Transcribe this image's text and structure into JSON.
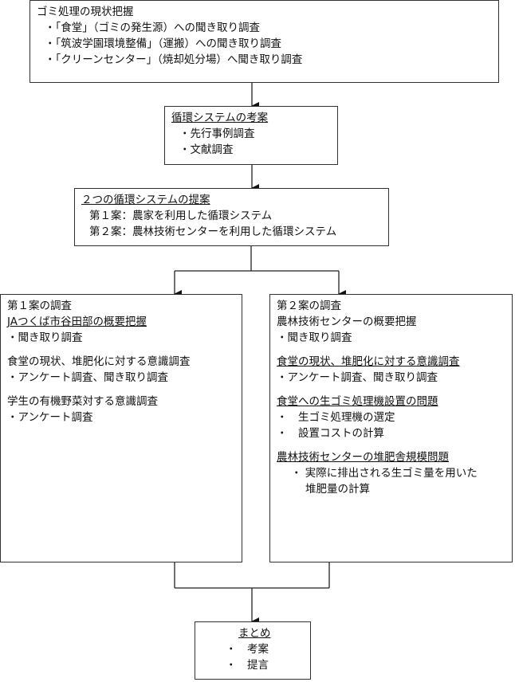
{
  "box1": {
    "title": "ゴミ処理の現状把握",
    "items": [
      "・「食堂」（ゴミの発生源）への聞き取り調査",
      "・「筑波学園環境整備」（運搬）への聞き取り調査",
      "・「クリーンセンター」（焼却処分場）へ聞き取り調査"
    ]
  },
  "box2": {
    "title": "循環システムの考案",
    "items": [
      "・先行事例調査",
      "・文献調査"
    ]
  },
  "box3": {
    "title": "２つの循環システムの提案",
    "items": [
      "第１案：農家を利用した循環システム",
      "第２案：農林技術センターを利用した循環システム"
    ]
  },
  "box4": {
    "title": "第１案の調査",
    "s1": "JAつくば市谷田部の概要把握",
    "s1_items": [
      "・聞き取り調査"
    ],
    "s2": "食堂の現状、堆肥化に対する意識調査",
    "s2_items": [
      "・アンケート調査、聞き取り調査"
    ],
    "s3": "学生の有機野菜対する意識調査",
    "s3_items": [
      "・アンケート調査"
    ]
  },
  "box5": {
    "title": "第２案の調査",
    "s1": "農林技術センターの概要把握",
    "s1_items": [
      "・聞き取り調査"
    ],
    "s2": "食堂の現状、堆肥化に対する意識調査",
    "s2_items": [
      "・アンケート調査、聞き取り調査"
    ],
    "s3": "食堂への生ゴミ処理機設置の問題",
    "s3_items": [
      "・　生ゴミ処理機の選定",
      "・　設置コストの計算"
    ],
    "s4": "農林技術センターの堆肥舎規模問題",
    "s4_items": [
      "・ 実際に排出される生ゴミ量を用いた",
      "堆肥量の計算"
    ]
  },
  "box6": {
    "title": "まとめ",
    "items": [
      "・　考案",
      "・　提言"
    ]
  }
}
